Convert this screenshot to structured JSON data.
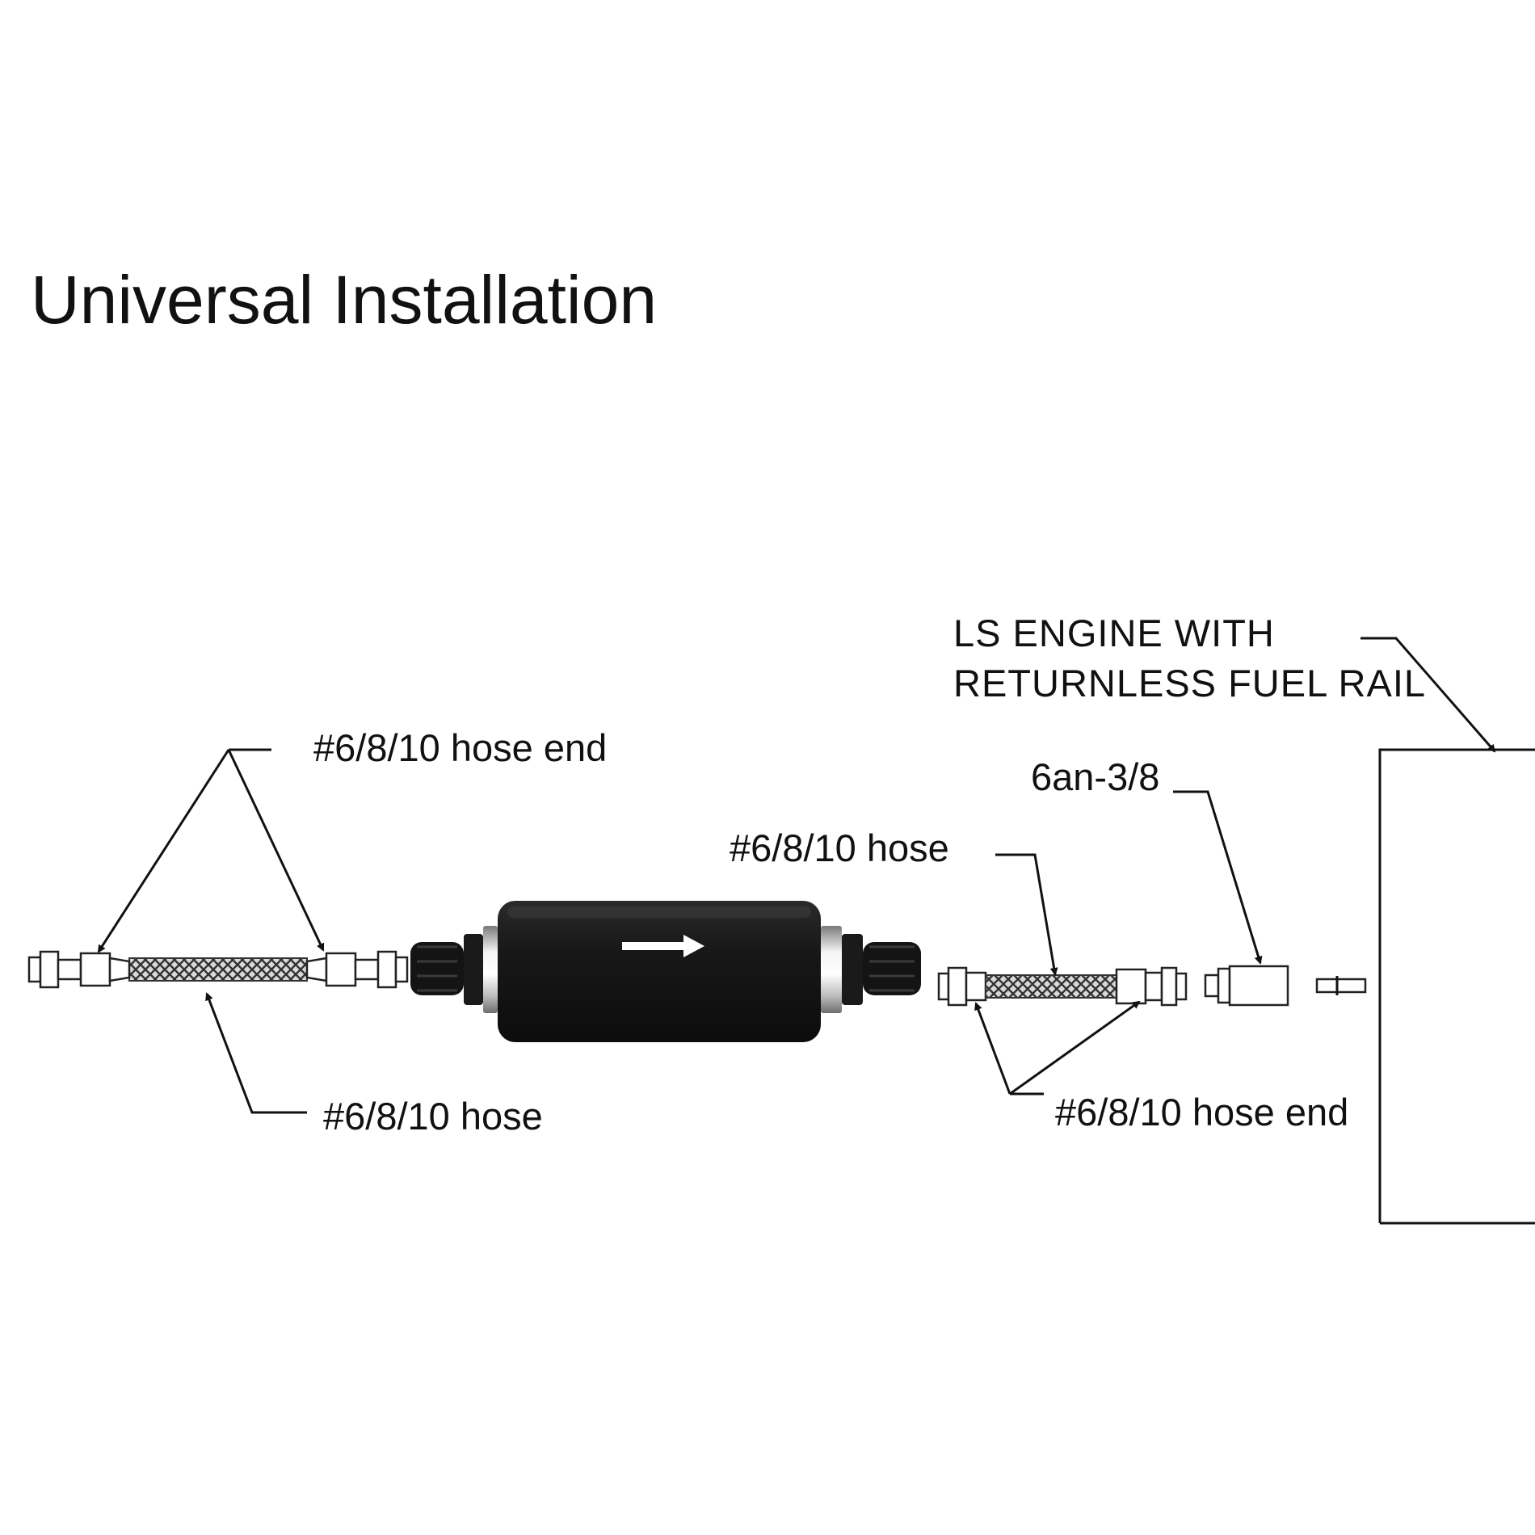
{
  "title": "Universal Installation",
  "labels": {
    "hose_end_left": "#6/8/10 hose end",
    "hose_left": "#6/8/10 hose",
    "hose_right": "#6/8/10 hose",
    "adapter": "6an-3/8",
    "hose_end_right": "#6/8/10 hose end",
    "engine_line1": "LS ENGINE WITH",
    "engine_line2": "RETURNLESS FUEL RAIL"
  },
  "colors": {
    "ink": "#111111",
    "filter_body": "#151515",
    "filter_ring": "#c8c8c8",
    "flow_arrow": "#ffffff"
  },
  "icons": [
    "flow-direction-arrow"
  ]
}
